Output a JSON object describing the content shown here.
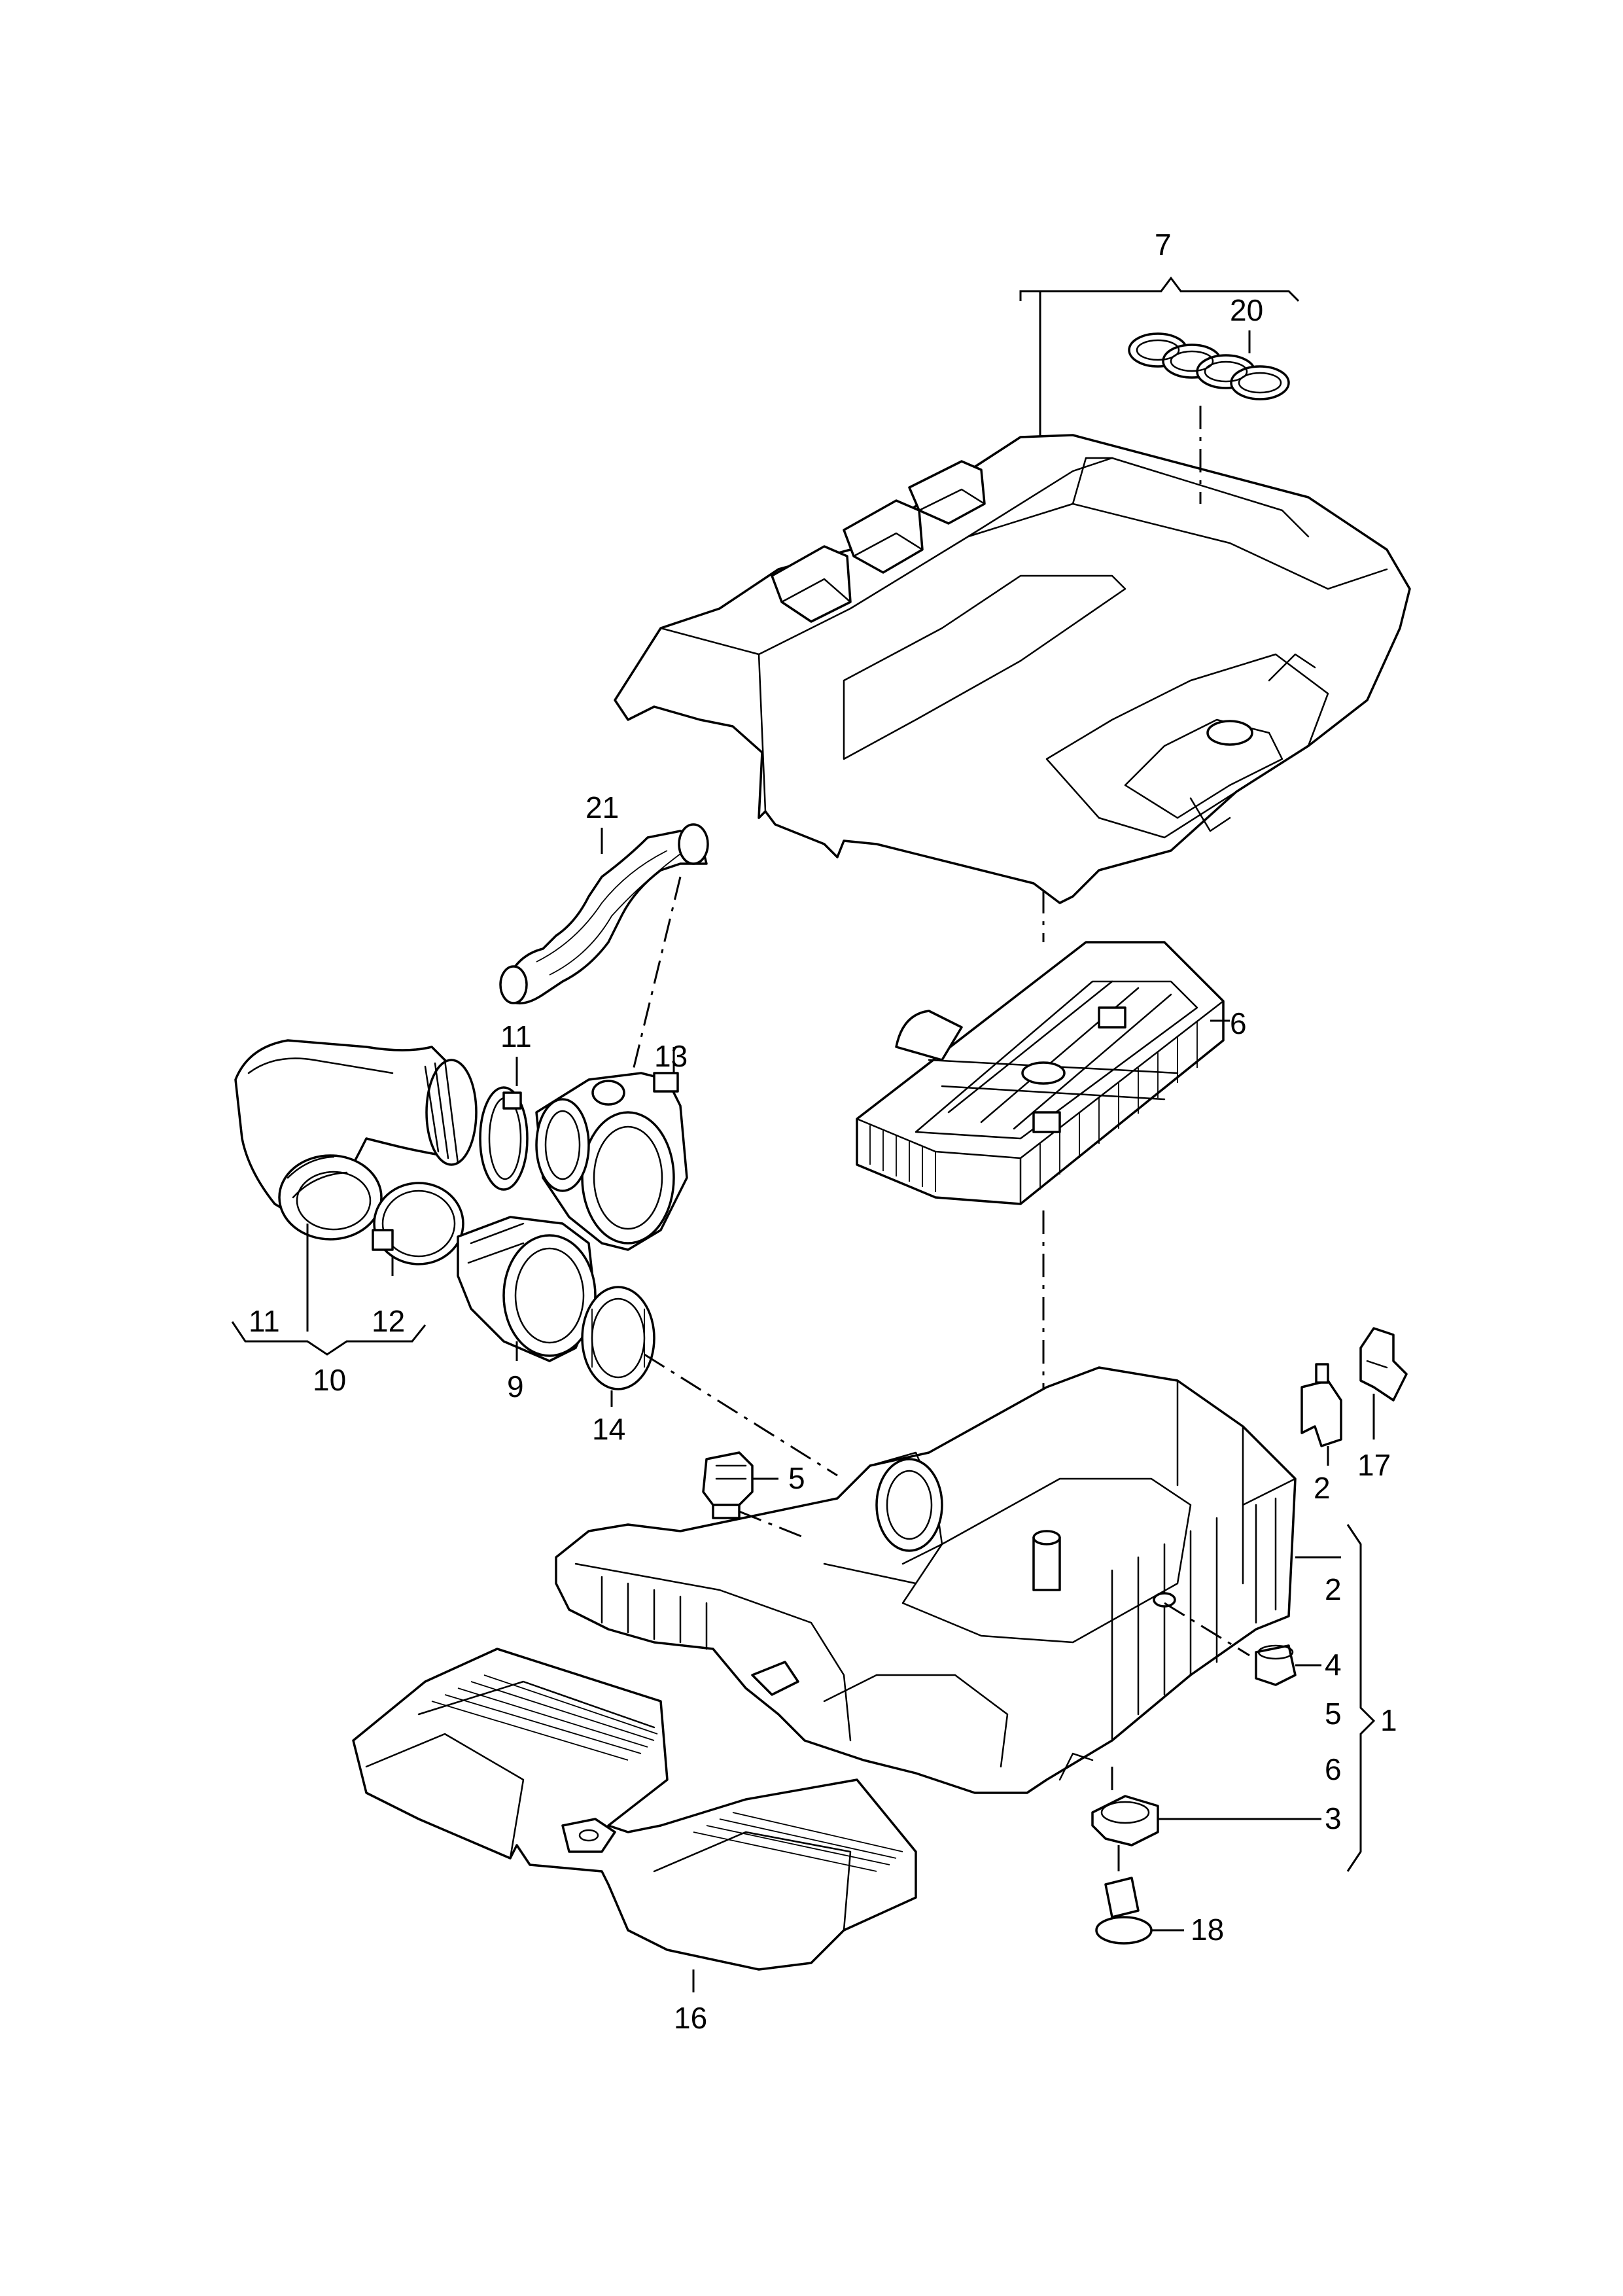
{
  "diagram": {
    "callouts": [
      {
        "id": "c7",
        "label": "7"
      },
      {
        "id": "c20",
        "label": "20"
      },
      {
        "id": "c21",
        "label": "21"
      },
      {
        "id": "c6",
        "label": "6"
      },
      {
        "id": "c11a",
        "label": "11"
      },
      {
        "id": "c13",
        "label": "13"
      },
      {
        "id": "c11b",
        "label": "11"
      },
      {
        "id": "c12",
        "label": "12"
      },
      {
        "id": "c10",
        "label": "10"
      },
      {
        "id": "c9",
        "label": "9"
      },
      {
        "id": "c14",
        "label": "14"
      },
      {
        "id": "c5",
        "label": "5"
      },
      {
        "id": "c2a",
        "label": "2"
      },
      {
        "id": "c17",
        "label": "17"
      },
      {
        "id": "c2b",
        "label": "2"
      },
      {
        "id": "c4",
        "label": "4"
      },
      {
        "id": "c5b",
        "label": "5"
      },
      {
        "id": "c6b",
        "label": "6"
      },
      {
        "id": "c1",
        "label": "1"
      },
      {
        "id": "c3",
        "label": "3"
      },
      {
        "id": "c18",
        "label": "18"
      },
      {
        "id": "c16",
        "label": "16"
      }
    ]
  }
}
